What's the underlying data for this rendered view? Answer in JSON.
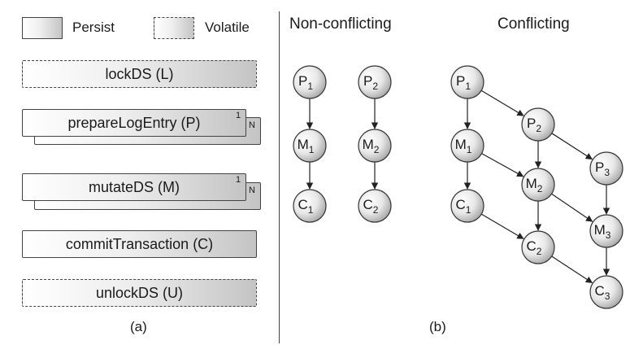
{
  "legend": {
    "persist": "Persist",
    "volatile": "Volatile"
  },
  "panel_a": {
    "steps": [
      {
        "label": "lockDS (L)",
        "style": "volatile"
      },
      {
        "label": "prepareLogEntry (P)",
        "style": "persist",
        "stacked": true,
        "top_index": "1",
        "back_index": "N"
      },
      {
        "label": "mutateDS (M)",
        "style": "persist",
        "stacked": true,
        "top_index": "1",
        "back_index": "N"
      },
      {
        "label": "commitTransaction (C)",
        "style": "persist"
      },
      {
        "label": "unlockDS (U)",
        "style": "volatile"
      }
    ],
    "caption": "(a)"
  },
  "panel_b": {
    "caption": "(b)",
    "non_conflicting": {
      "title": "Non-conflicting",
      "nodes": [
        {
          "id": "nc-p1",
          "letter": "P",
          "sub": "1"
        },
        {
          "id": "nc-m1",
          "letter": "M",
          "sub": "1"
        },
        {
          "id": "nc-c1",
          "letter": "C",
          "sub": "1"
        },
        {
          "id": "nc-p2",
          "letter": "P",
          "sub": "2"
        },
        {
          "id": "nc-m2",
          "letter": "M",
          "sub": "2"
        },
        {
          "id": "nc-c2",
          "letter": "C",
          "sub": "2"
        }
      ],
      "edges": [
        [
          "nc-p1",
          "nc-m1"
        ],
        [
          "nc-m1",
          "nc-c1"
        ],
        [
          "nc-p2",
          "nc-m2"
        ],
        [
          "nc-m2",
          "nc-c2"
        ]
      ]
    },
    "conflicting": {
      "title": "Conflicting",
      "nodes": [
        {
          "id": "c-p1",
          "letter": "P",
          "sub": "1"
        },
        {
          "id": "c-m1",
          "letter": "M",
          "sub": "1"
        },
        {
          "id": "c-c1",
          "letter": "C",
          "sub": "1"
        },
        {
          "id": "c-p2",
          "letter": "P",
          "sub": "2"
        },
        {
          "id": "c-m2",
          "letter": "M",
          "sub": "2"
        },
        {
          "id": "c-c2",
          "letter": "C",
          "sub": "2"
        },
        {
          "id": "c-p3",
          "letter": "P",
          "sub": "3"
        },
        {
          "id": "c-m3",
          "letter": "M",
          "sub": "3"
        },
        {
          "id": "c-c3",
          "letter": "C",
          "sub": "3"
        }
      ],
      "edges": [
        [
          "c-p1",
          "c-m1"
        ],
        [
          "c-m1",
          "c-c1"
        ],
        [
          "c-p2",
          "c-m2"
        ],
        [
          "c-m2",
          "c-c2"
        ],
        [
          "c-p3",
          "c-m3"
        ],
        [
          "c-m3",
          "c-c3"
        ],
        [
          "c-p1",
          "c-p2"
        ],
        [
          "c-p2",
          "c-p3"
        ],
        [
          "c-m1",
          "c-m2"
        ],
        [
          "c-m2",
          "c-m3"
        ],
        [
          "c-c1",
          "c-c2"
        ],
        [
          "c-c2",
          "c-c3"
        ]
      ]
    }
  }
}
